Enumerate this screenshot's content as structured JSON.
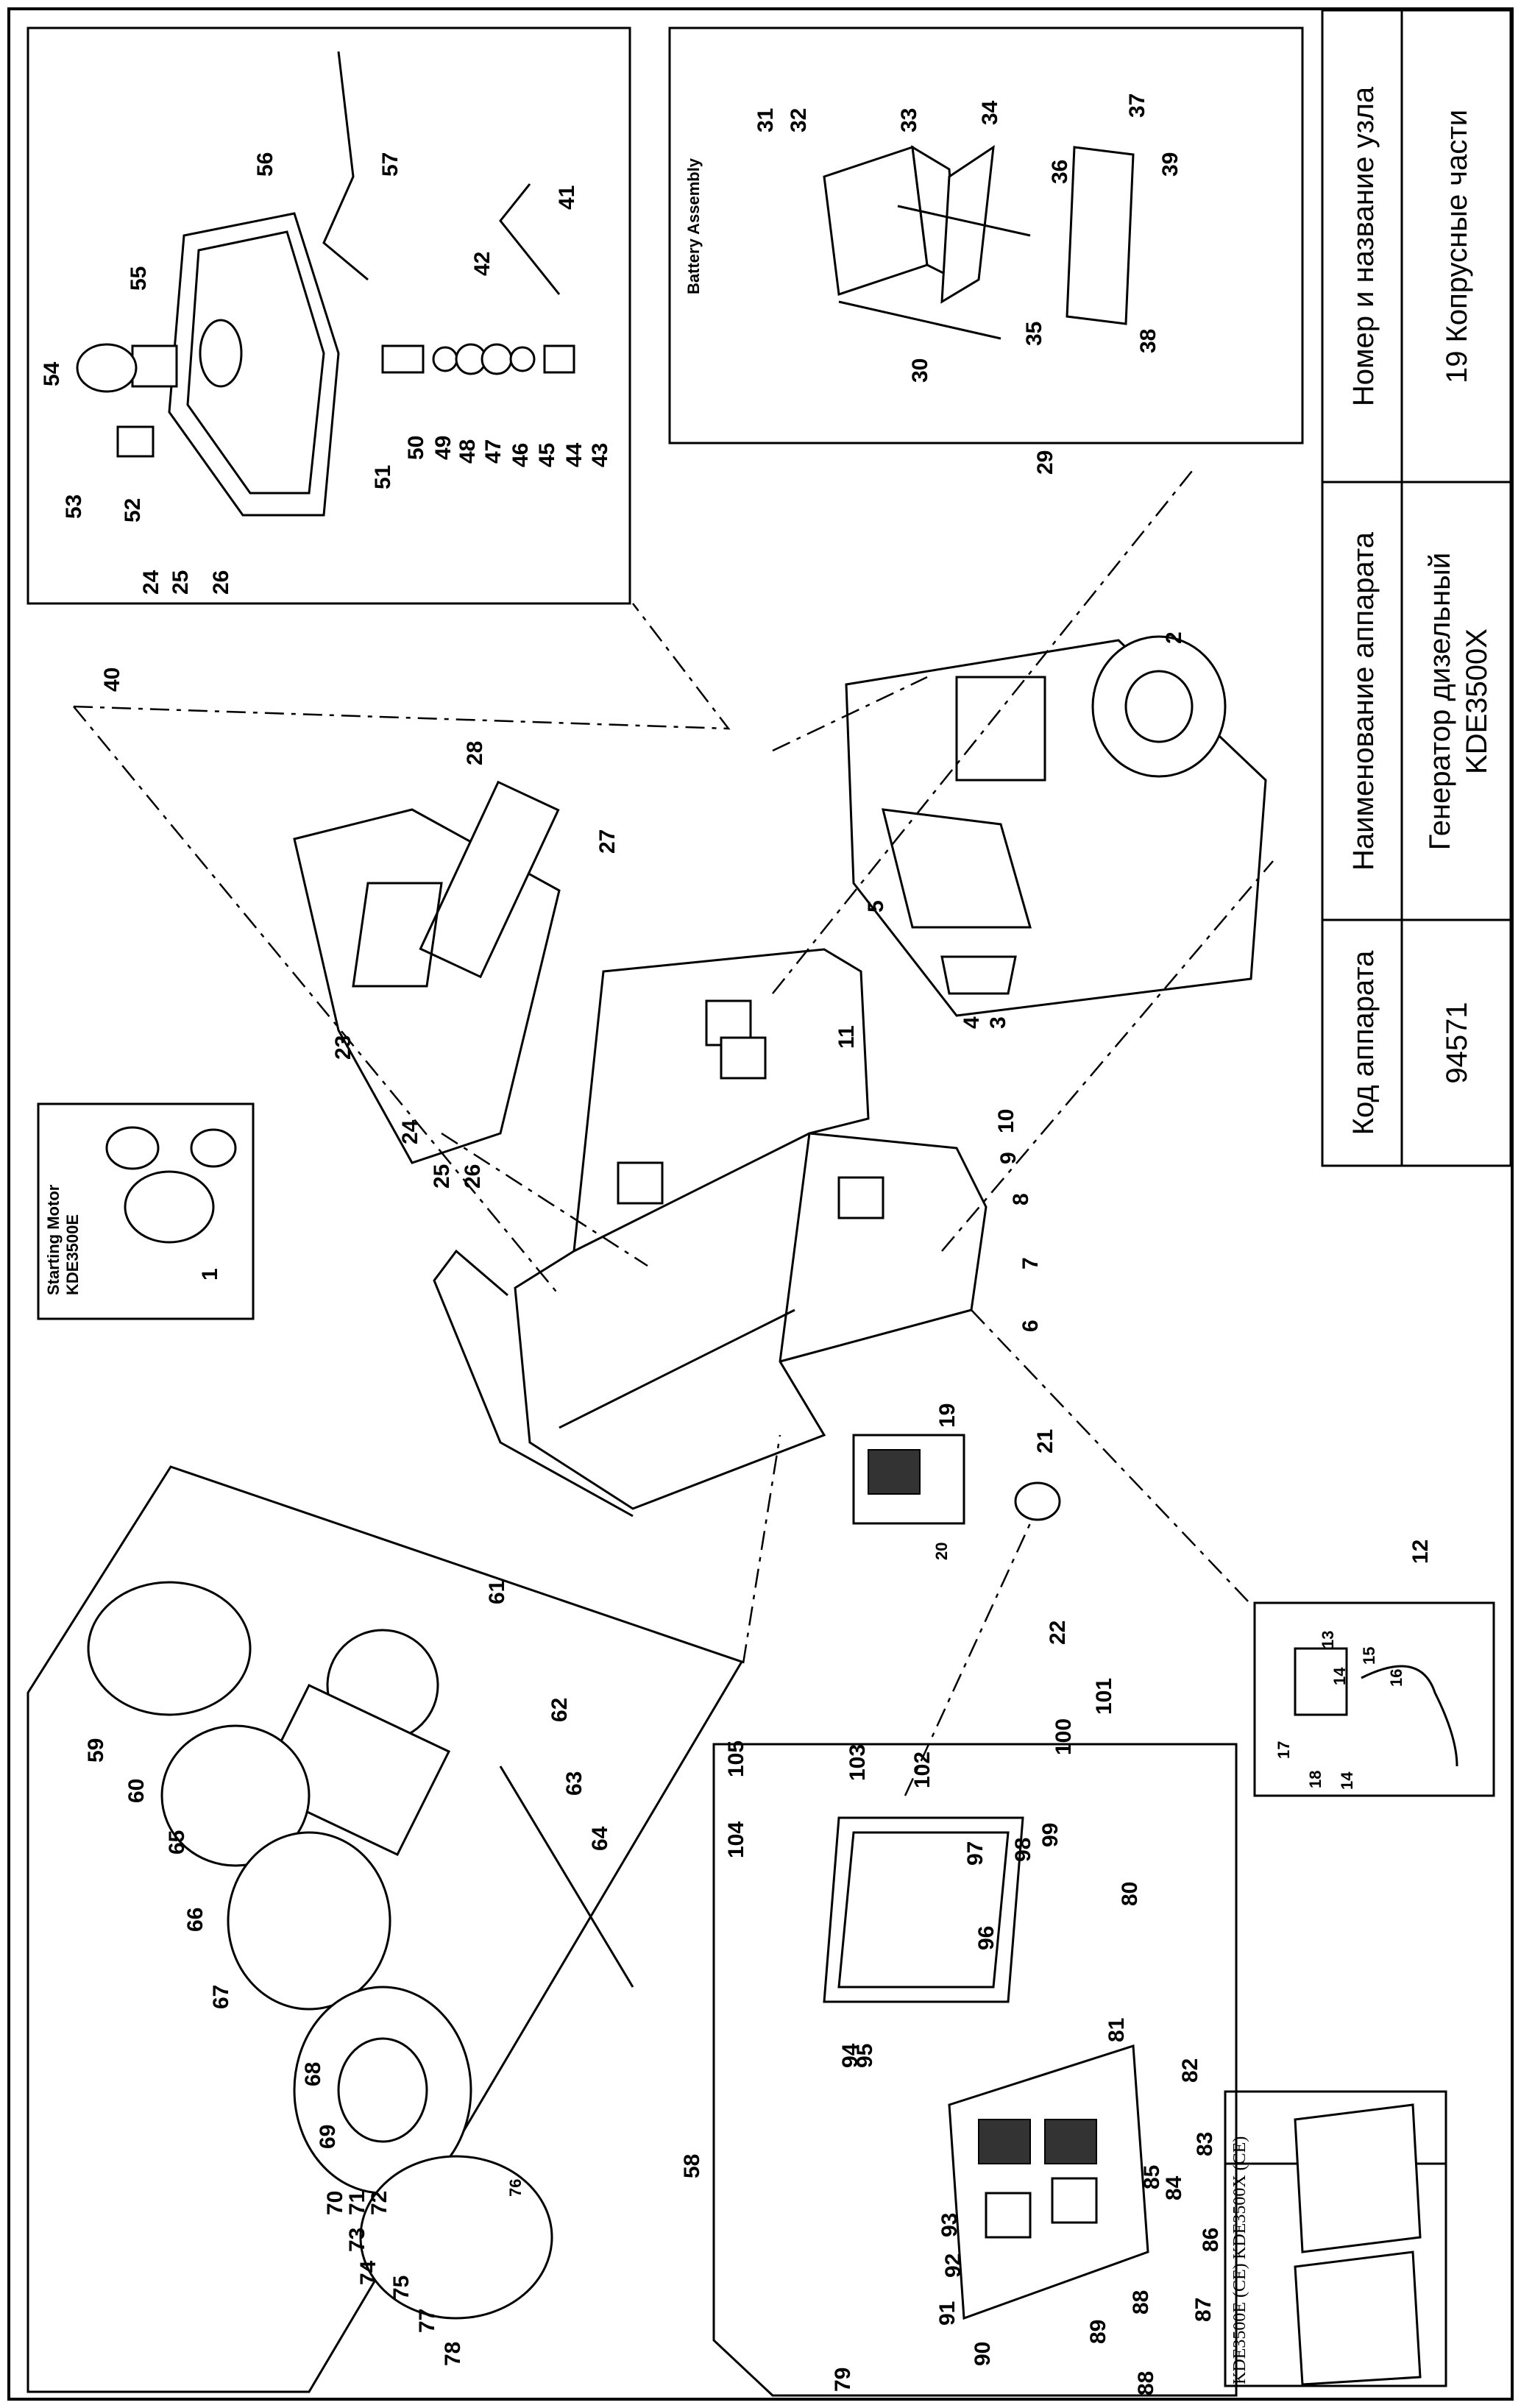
{
  "title_block": {
    "headers": [
      "Код аппарата",
      "Наименование аппарата",
      "Номер и название узла"
    ],
    "values": [
      "94571",
      "Генератор дизельный",
      "19 Копрусные части"
    ],
    "value_line2": "KDE3500X"
  },
  "insets": {
    "starting_motor": [
      "Starting Motor",
      "KDE3500E"
    ],
    "battery_assembly": "Battery Assembly",
    "panel_ce_x": "KDE3500X (CE)",
    "panel_ce_e": "KDE3500E (CE)"
  },
  "callouts": [
    "1",
    "2",
    "3",
    "4",
    "5",
    "6",
    "7",
    "8",
    "9",
    "10",
    "11",
    "12",
    "13",
    "14",
    "14",
    "15",
    "16",
    "17",
    "18",
    "19",
    "20",
    "21",
    "22",
    "23",
    "24",
    "25",
    "26",
    "24",
    "25",
    "26",
    "27",
    "28",
    "29",
    "30",
    "31",
    "32",
    "33",
    "34",
    "35",
    "36",
    "37",
    "38",
    "39",
    "40",
    "41",
    "42",
    "43",
    "44",
    "45",
    "46",
    "47",
    "48",
    "49",
    "50",
    "51",
    "52",
    "53",
    "54",
    "55",
    "56",
    "57",
    "58",
    "59",
    "60",
    "61",
    "62",
    "63",
    "64",
    "65",
    "66",
    "67",
    "68",
    "69",
    "70",
    "71",
    "72",
    "73",
    "74",
    "75",
    "76",
    "77",
    "78",
    "79",
    "80",
    "81",
    "82",
    "83",
    "84",
    "85",
    "86",
    "87",
    "88",
    "88",
    "89",
    "90",
    "91",
    "92",
    "93",
    "94",
    "95",
    "96",
    "97",
    "98",
    "99",
    "100",
    "101",
    "102",
    "103",
    "104",
    "105"
  ],
  "colors": {
    "line": "#000000",
    "paper": "#ffffff",
    "shade": "#333333"
  }
}
